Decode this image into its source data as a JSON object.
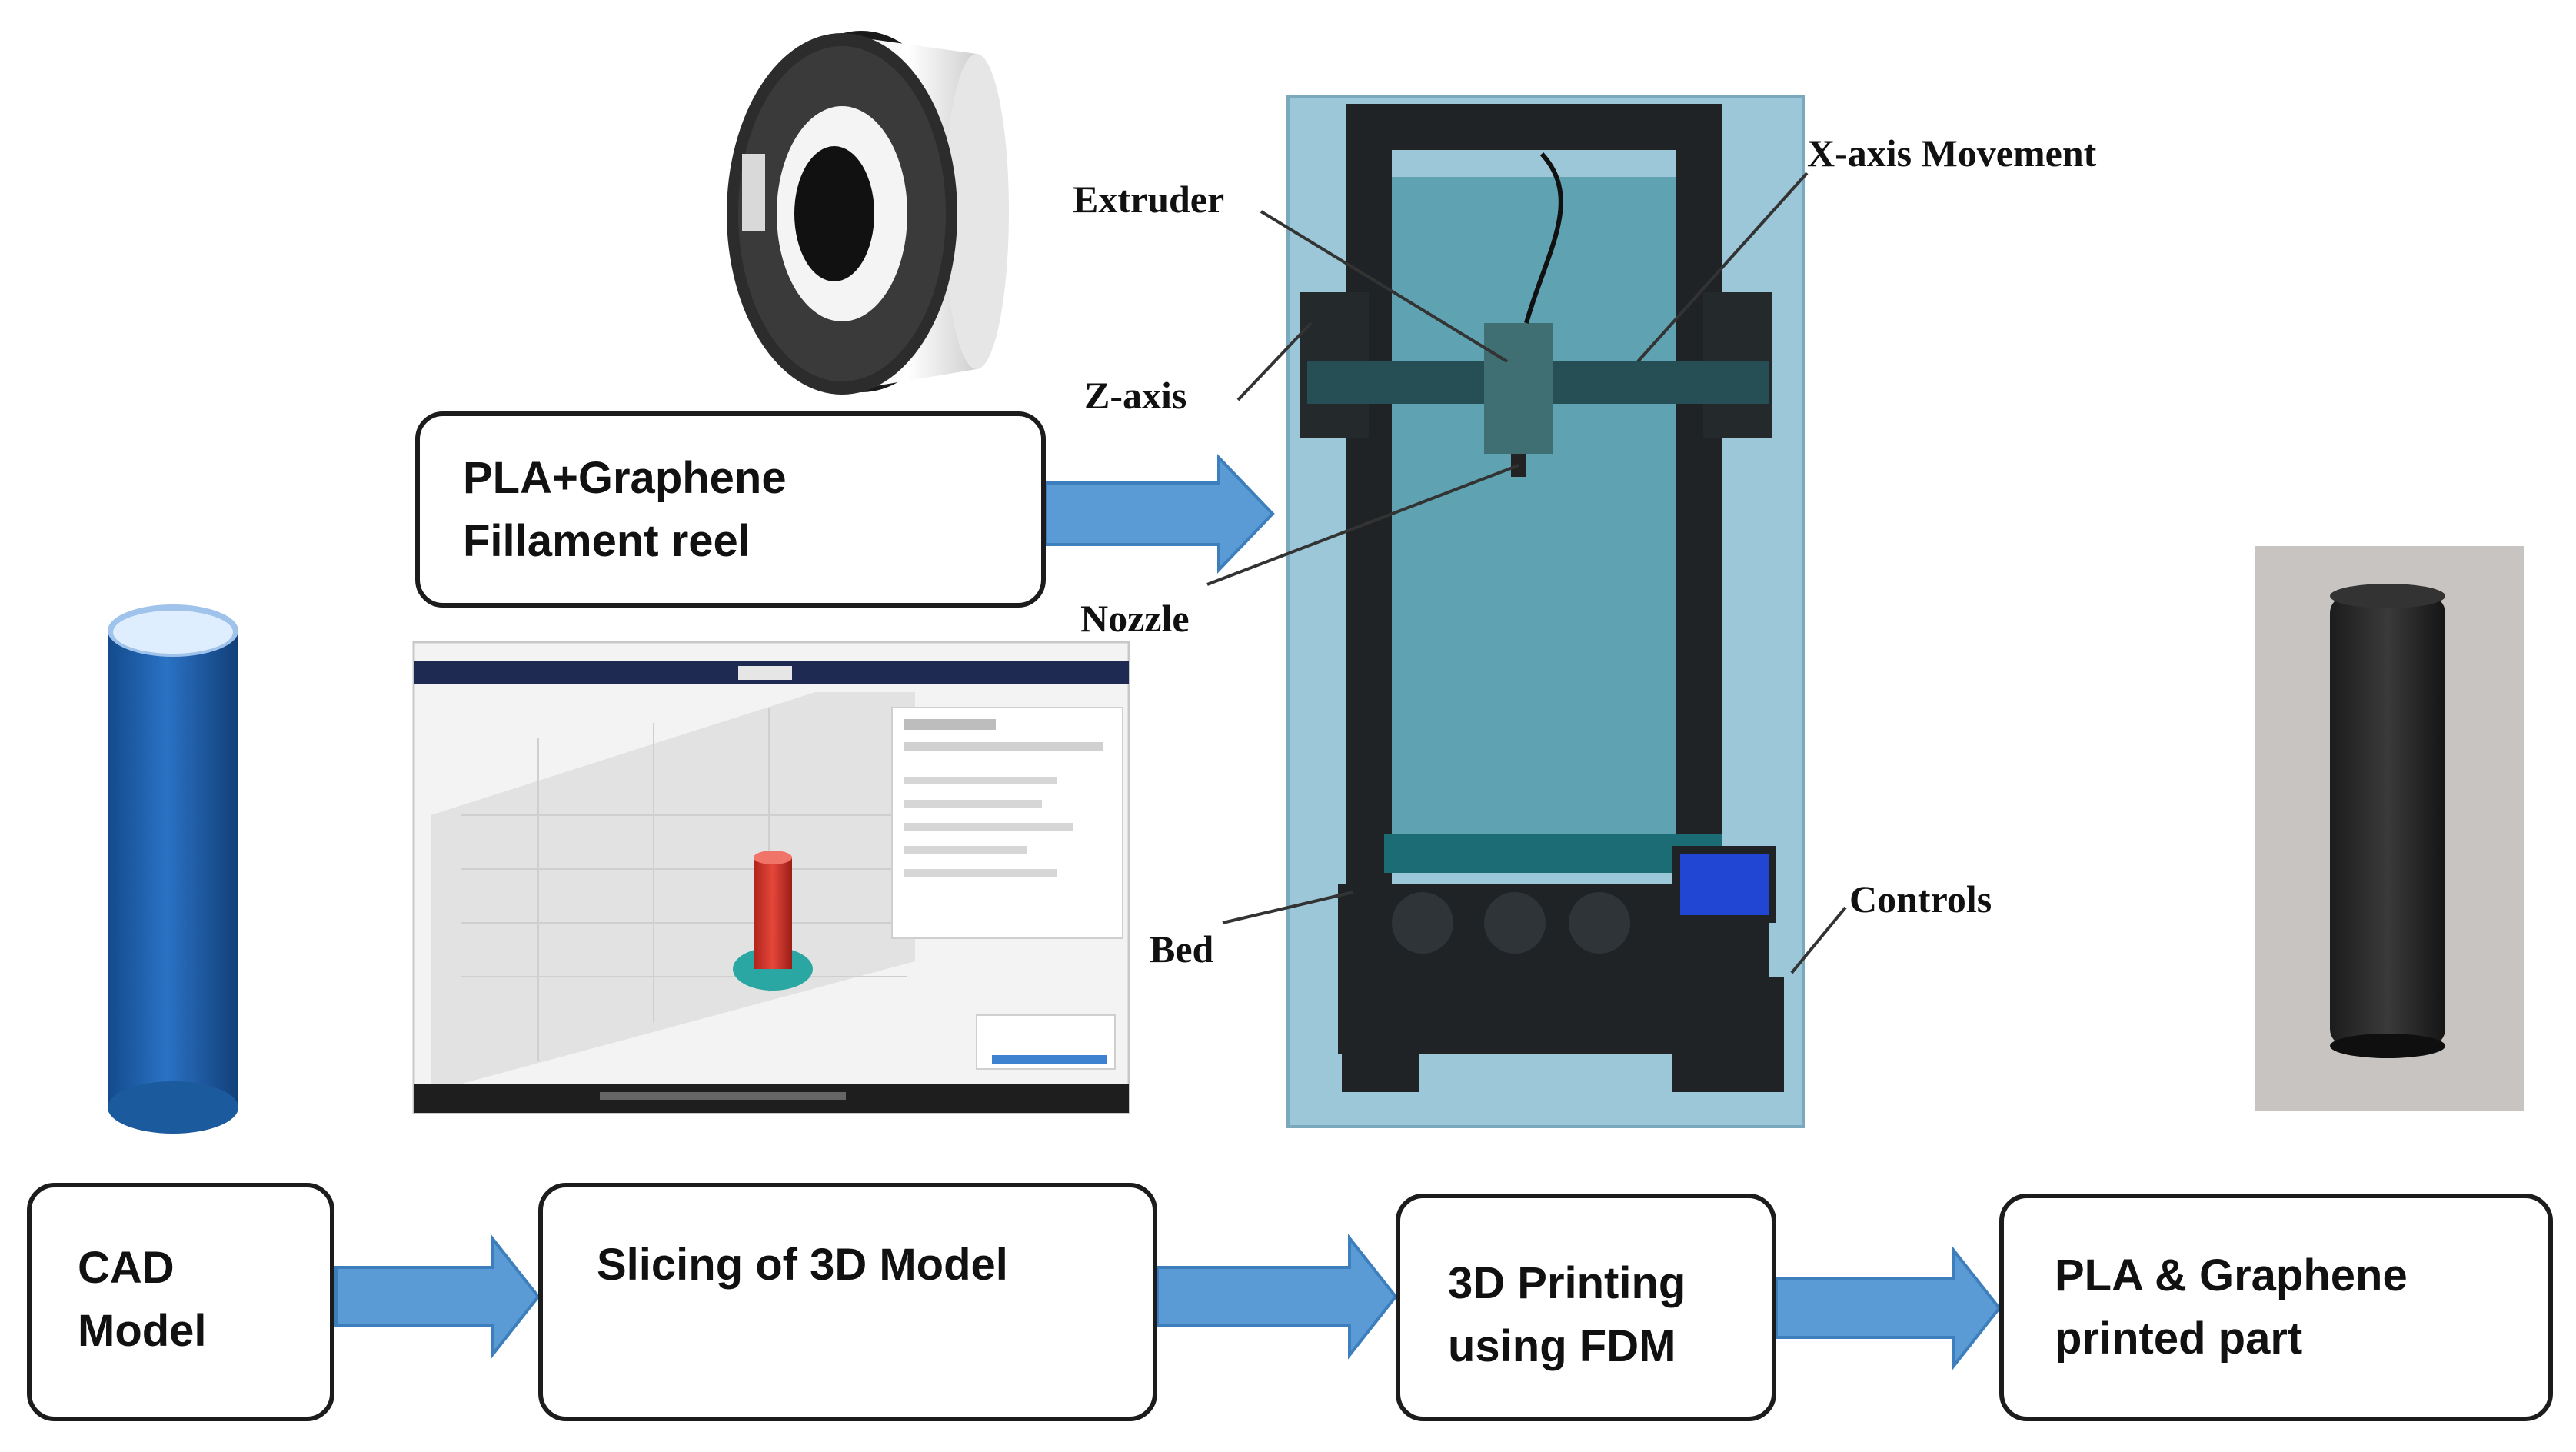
{
  "colors": {
    "arrow_fill": "#5b9bd5",
    "arrow_stroke": "#3d7fbd",
    "printer_enclosure": "#9cc7d8",
    "printer_panel": "#5fa2b2",
    "frame": "#1f2326",
    "cad_blue": "#1f5fa8"
  },
  "process_steps": [
    {
      "id": "cad",
      "label": "CAD\nModel"
    },
    {
      "id": "slicing",
      "label": "Slicing of 3D Model"
    },
    {
      "id": "printing",
      "label": "3D Printing\nusing FDM"
    },
    {
      "id": "part",
      "label": "PLA & Graphene\nprinted part"
    }
  ],
  "filament_box": {
    "label": "PLA+Graphene\nFillament reel"
  },
  "printer_callouts": {
    "extruder": "Extruder",
    "x_axis": "X-axis Movement",
    "z_axis": "Z-axis",
    "nozzle": "Nozzle",
    "bed": "Bed",
    "controls": "Controls"
  },
  "icons": [
    "filament-spool-image",
    "cad-cylinder-image",
    "slicer-screenshot-image",
    "fdm-printer-image",
    "printed-part-image",
    "right-arrow-icon"
  ]
}
